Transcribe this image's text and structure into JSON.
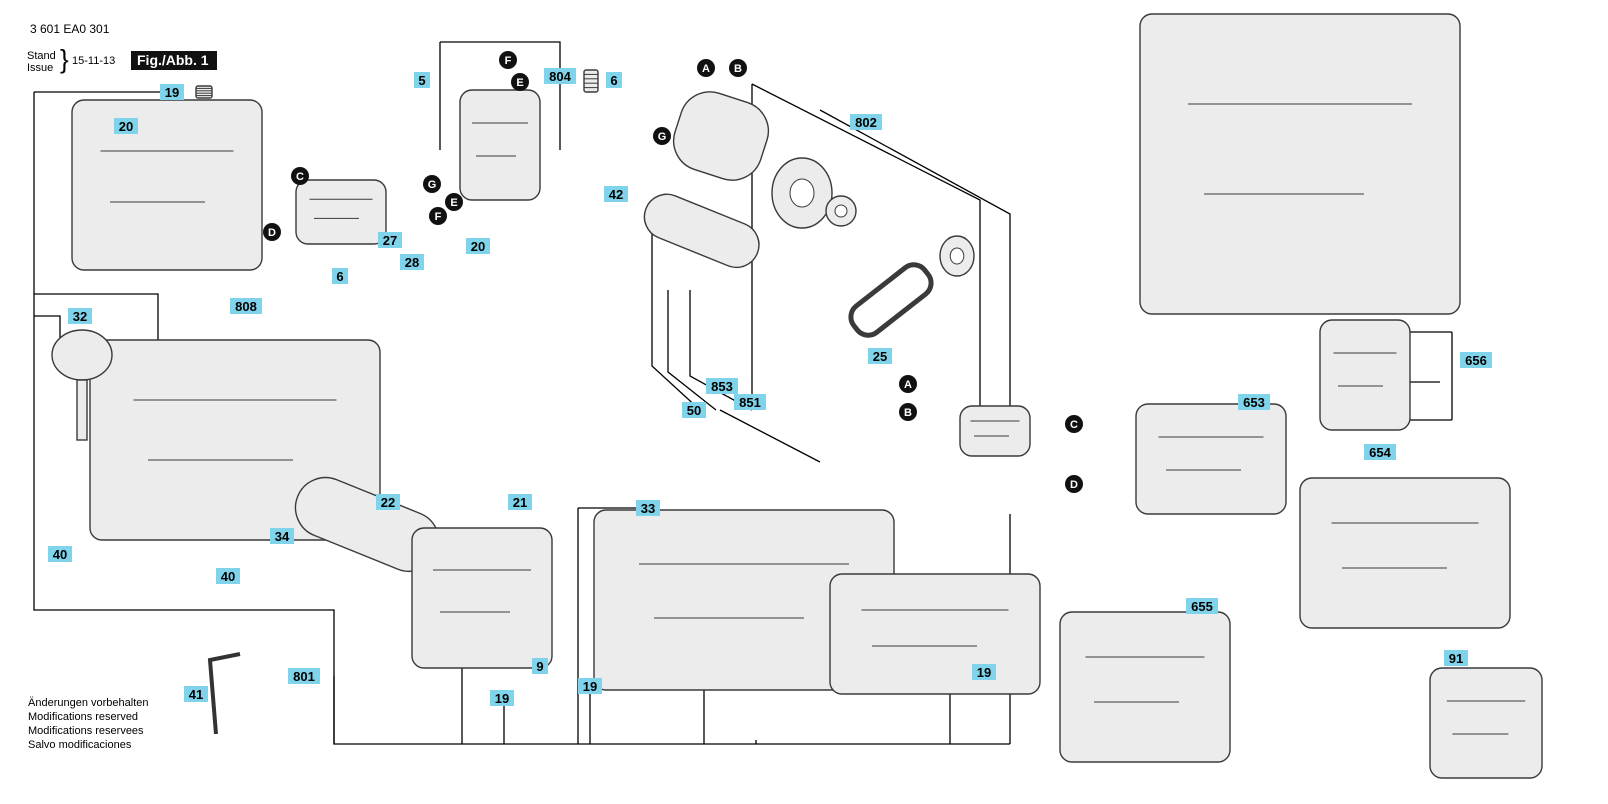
{
  "header": {
    "doc_number": "3 601 EA0 301",
    "stand_label": "Stand",
    "issue_label": "Issue",
    "date": "15-11-13",
    "figure": "Fig./Abb. 1"
  },
  "notes": [
    "Änderungen vorbehalten",
    "Modifications reserved",
    "Modifications reservees",
    "Salvo modificaciones"
  ],
  "colors": {
    "label_fill": "#7fd3ea",
    "marker_fill": "#111111",
    "line": "#000000",
    "part_stroke": "#3a3a3a",
    "part_fill": "#ececec"
  },
  "callouts": [
    "5",
    "804",
    "6",
    "19",
    "20",
    "6",
    "28",
    "20",
    "42",
    "27",
    "808",
    "32",
    "22",
    "21",
    "33",
    "34",
    "40",
    "40",
    "9",
    "19",
    "41",
    "801",
    "19",
    "19",
    "853",
    "50",
    "851",
    "25",
    "802",
    "653",
    "656",
    "654",
    "655",
    "91"
  ],
  "markers": [
    "F",
    "E",
    "A",
    "B",
    "C",
    "G",
    "G",
    "E",
    "F",
    "D",
    "A",
    "B",
    "C",
    "D"
  ],
  "part_icons": [
    "housing-half-icon",
    "switch-module-icon",
    "circuit-board-icon",
    "spring-icon",
    "screw-icon",
    "motor-icon",
    "fan-icon",
    "bearing-icon",
    "armature-icon",
    "drive-belt-icon",
    "pulley-icon",
    "connector-icon",
    "planer-body-icon",
    "knob-icon",
    "chip-tube-icon",
    "belt-cover-icon",
    "base-plate-icon",
    "shoe-plate-icon",
    "allen-key-icon",
    "complete-planer-icon",
    "charger-icon",
    "bracket-icon",
    "dust-bag-icon",
    "parallel-guide-icon",
    "battery-icon"
  ]
}
